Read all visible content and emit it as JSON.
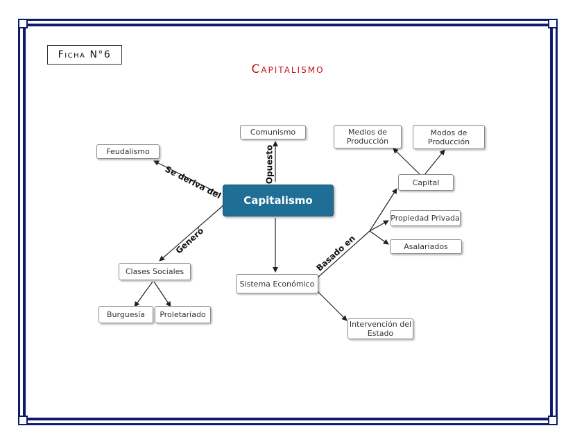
{
  "ficha": "Ficha N°6",
  "title": "Capitalismo",
  "nodes": {
    "center": "Capitalismo",
    "comunismo": "Comunismo",
    "feudalismo": "Feudalismo",
    "clases_sociales": "Clases Sociales",
    "burguesia": "Burguesía",
    "proletariado": "Proletariado",
    "sistema_economico": "Sistema Económico",
    "intervencion_1": "Intervención del",
    "intervencion_2": "Estado",
    "capital": "Capital",
    "propiedad_privada": "Propiedad Privada",
    "asalariados": "Asalariados",
    "medios_1": "Medios de",
    "medios_2": "Producción",
    "modos_1": "Modos de",
    "modos_2": "Producción"
  },
  "links": {
    "opuesto": "Opuesto",
    "se_deriva_del": "Se deriva del",
    "genero": "Generó",
    "basado_en": "Basado en"
  },
  "colors": {
    "frame": "#0d1a6e",
    "title": "#c8101a",
    "center_fill": "#1f6e96"
  }
}
